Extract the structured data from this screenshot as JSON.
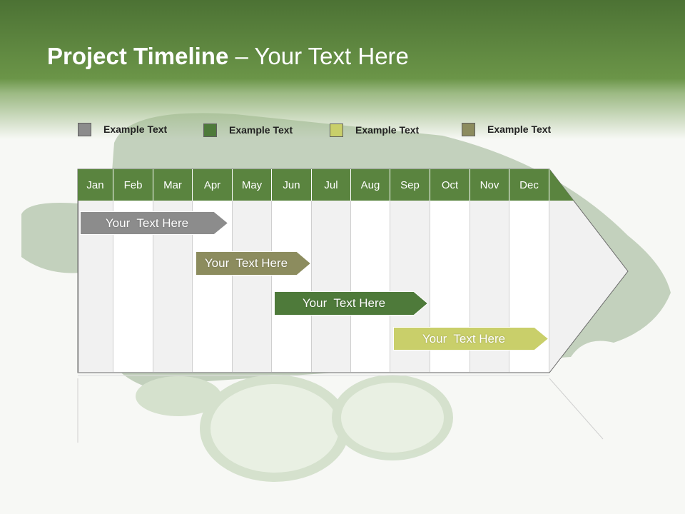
{
  "title": {
    "bold": "Project Timeline",
    "rest": " – Your Text Here"
  },
  "legend": [
    {
      "label": "Example Text",
      "color": "#8c8c8c"
    },
    {
      "label": "Example Text",
      "color": "#4e7a3a"
    },
    {
      "label": "Example Text",
      "color": "#c9cf6a"
    },
    {
      "label": "Example Text",
      "color": "#8c8c5e"
    }
  ],
  "months": [
    "Jan",
    "Feb",
    "Mar",
    "Apr",
    "May",
    "Jun",
    "Jul",
    "Aug",
    "Sep",
    "Oct",
    "Nov",
    "Dec"
  ],
  "tasks": [
    {
      "label": "Your  Text Here",
      "color": "#8c8c8c"
    },
    {
      "label": "Your  Text Here",
      "color": "#8c8c5e"
    },
    {
      "label": "Your  Text Here",
      "color": "#4e7a3a"
    },
    {
      "label": "Your  Text Here",
      "color": "#c9cf6a"
    }
  ],
  "colors": {
    "header": "#4e7a3a",
    "accent": "#5a843f"
  }
}
